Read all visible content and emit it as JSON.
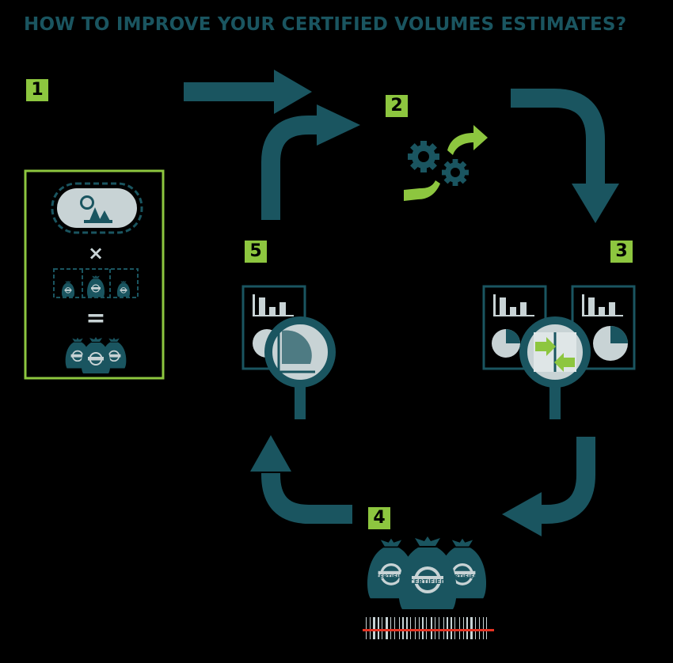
{
  "title": "HOW TO IMPROVE YOUR CERTIFIED VOLUMES ESTIMATES?",
  "steps": [
    {
      "number": "1"
    },
    {
      "number": "2"
    },
    {
      "number": "3"
    },
    {
      "number": "4"
    },
    {
      "number": "5"
    }
  ],
  "step1": {
    "multiply_sign": "×",
    "equals_sign": "="
  },
  "bag_label": "CERTIFIED",
  "icons": {
    "cycle_arrows": "curved-arrow-icon",
    "gears": "gears-icon",
    "reports": "bar-chart-report-icon",
    "magnifier": "magnifier-icon",
    "bags": "certified-bag-icon",
    "barcode": "barcode-icon"
  },
  "colors": {
    "background": "#000000",
    "teal": "#1a5560",
    "green": "#8dc63f",
    "light": "#c8d3d5",
    "red": "#e53323"
  }
}
